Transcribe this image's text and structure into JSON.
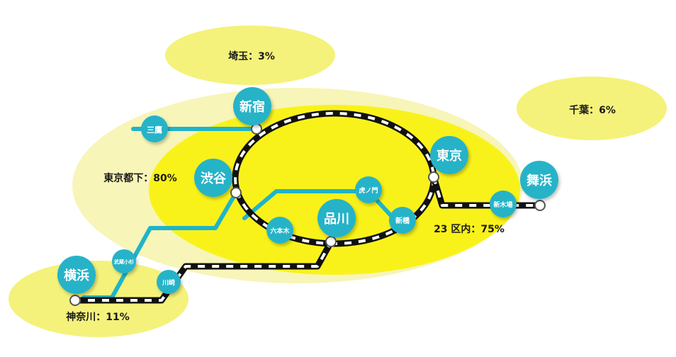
{
  "colors": {
    "region_light": "#f4f27a",
    "region_pale": "#f7f5b8",
    "region_bright": "#f9f21a",
    "line_teal": "#1fb4c9",
    "station_fill": "#25b3c8",
    "track_black": "#111111",
    "track_white": "#ffffff"
  },
  "regions": {
    "saitama": "埼玉：3%",
    "chiba": "千葉：6%",
    "tokyo_suburbs": "東京都下：80%",
    "ku23": "23 区内：75%",
    "kanagawa": "神奈川：11%"
  },
  "stations_major": {
    "shinjuku": "新宿",
    "shibuya": "渋谷",
    "tokyo": "東京",
    "shinagawa": "品川",
    "yokohama": "横浜",
    "maihama": "舞浜"
  },
  "stations_minor": {
    "mitaka": "三鷹",
    "toranomon": "虎ノ門",
    "roppongi": "六本木",
    "shimbashi": "新橋",
    "shinkiba": "新木場",
    "musashikosugi": "武蔵小杉",
    "kawasaki": "川崎"
  }
}
